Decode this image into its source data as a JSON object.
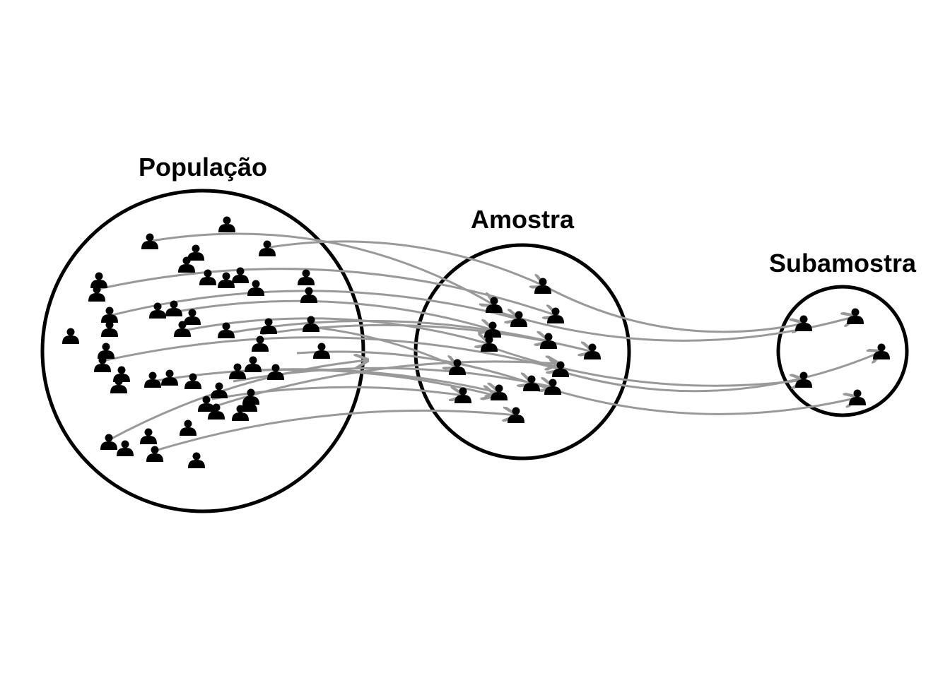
{
  "diagram": {
    "title": "",
    "colors": {
      "person": "#000000",
      "arrow": "#999999",
      "circle": "#000000",
      "background": "#ffffff"
    },
    "icon": "person-icon",
    "groups": [
      {
        "key": "population",
        "label": "População"
      },
      {
        "key": "sample",
        "label": "Amostra"
      },
      {
        "key": "subsample",
        "label": "Subamostra"
      }
    ]
  }
}
